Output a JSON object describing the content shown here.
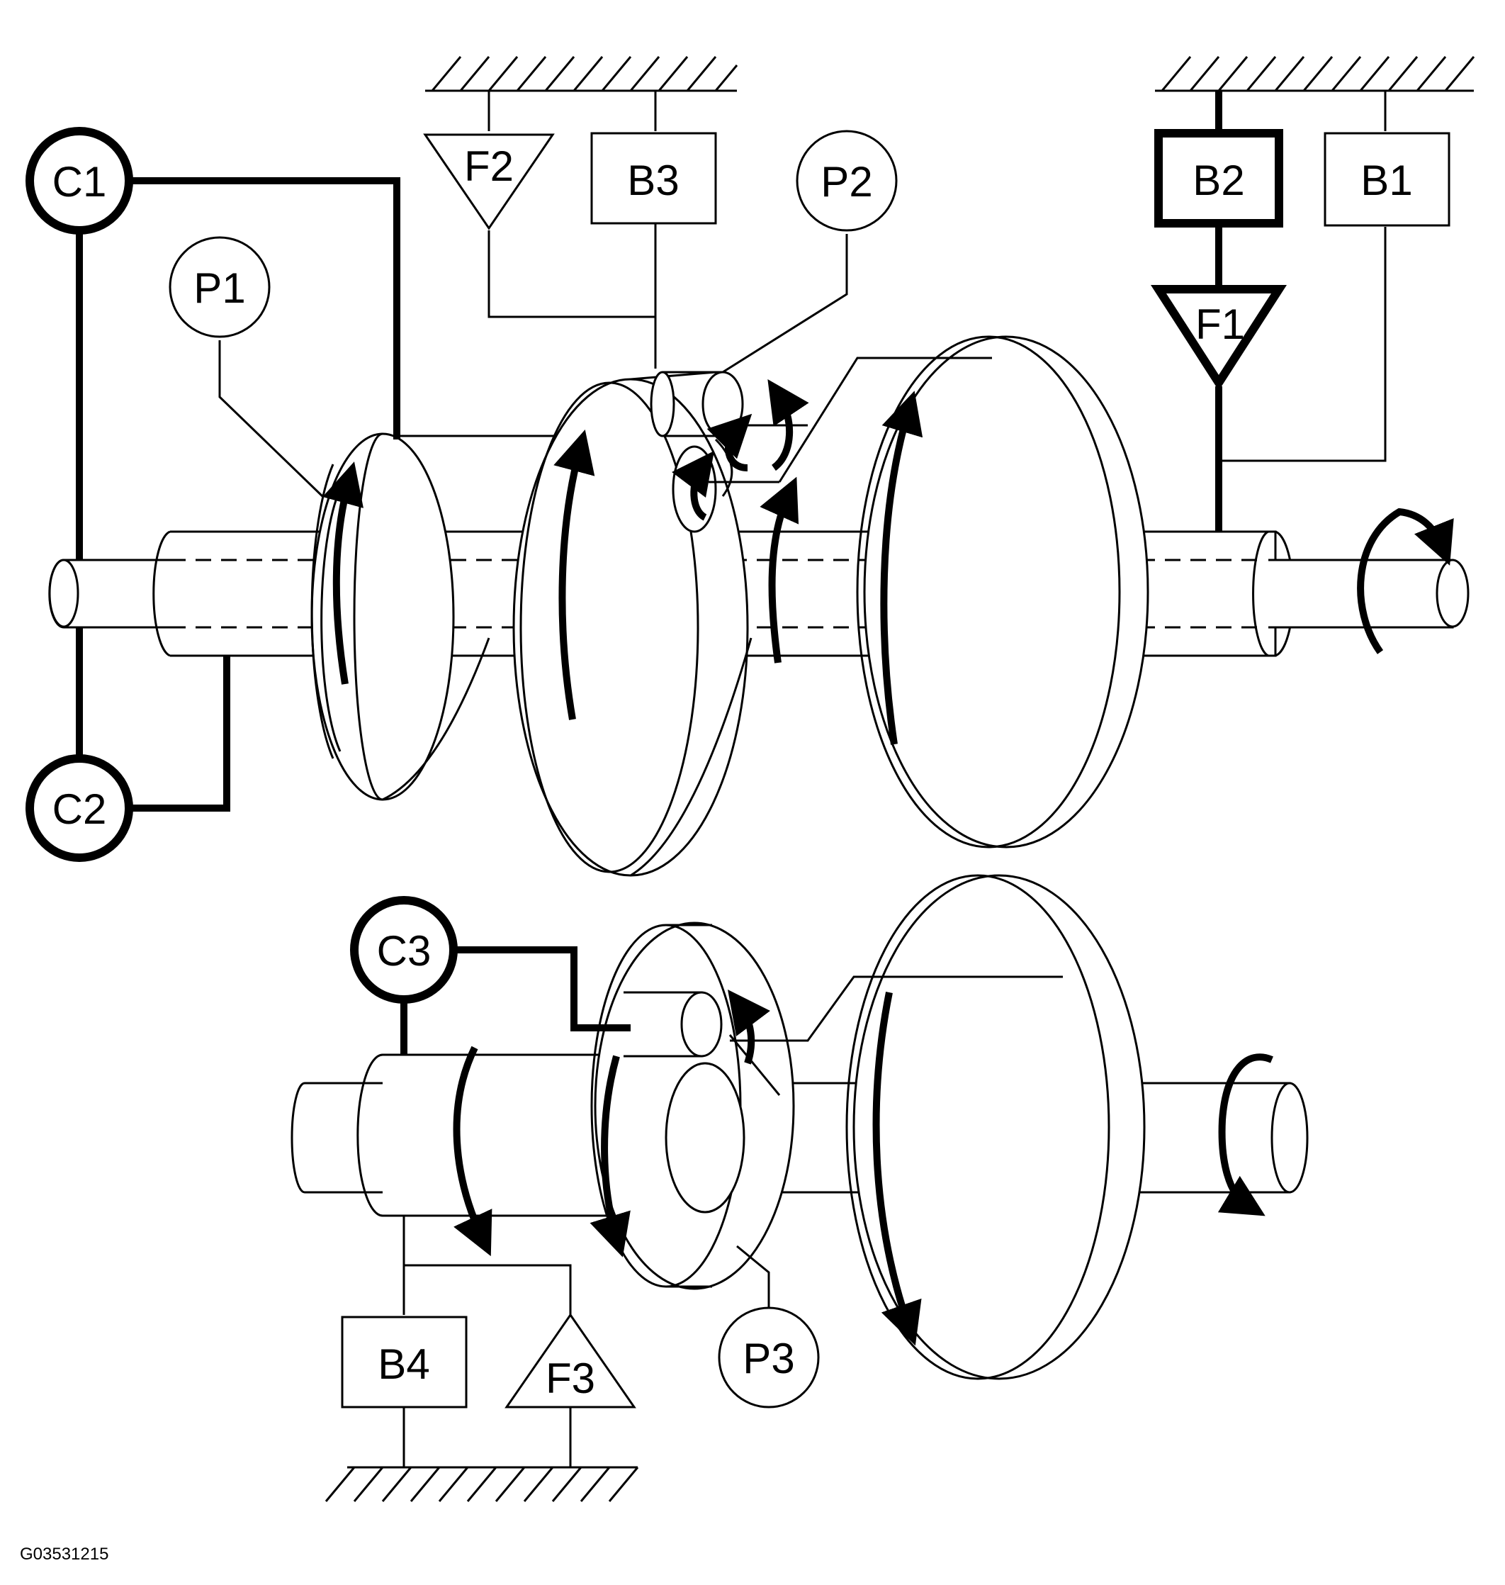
{
  "figure_code": "G03531215",
  "components": {
    "clutches": [
      {
        "id": "c1",
        "label": "C1"
      },
      {
        "id": "c2",
        "label": "C2"
      },
      {
        "id": "c3",
        "label": "C3"
      }
    ],
    "planetary_sets": [
      {
        "id": "p1",
        "label": "P1"
      },
      {
        "id": "p2",
        "label": "P2"
      },
      {
        "id": "p3",
        "label": "P3"
      }
    ],
    "brakes": [
      {
        "id": "b1",
        "label": "B1"
      },
      {
        "id": "b2",
        "label": "B2"
      },
      {
        "id": "b3",
        "label": "B3"
      },
      {
        "id": "b4",
        "label": "B4"
      }
    ],
    "one_way_clutches": [
      {
        "id": "f1",
        "label": "F1"
      },
      {
        "id": "f2",
        "label": "F2"
      },
      {
        "id": "f3",
        "label": "F3"
      }
    ]
  },
  "engaged": [
    "C1",
    "C2",
    "C3",
    "B2",
    "F1"
  ]
}
